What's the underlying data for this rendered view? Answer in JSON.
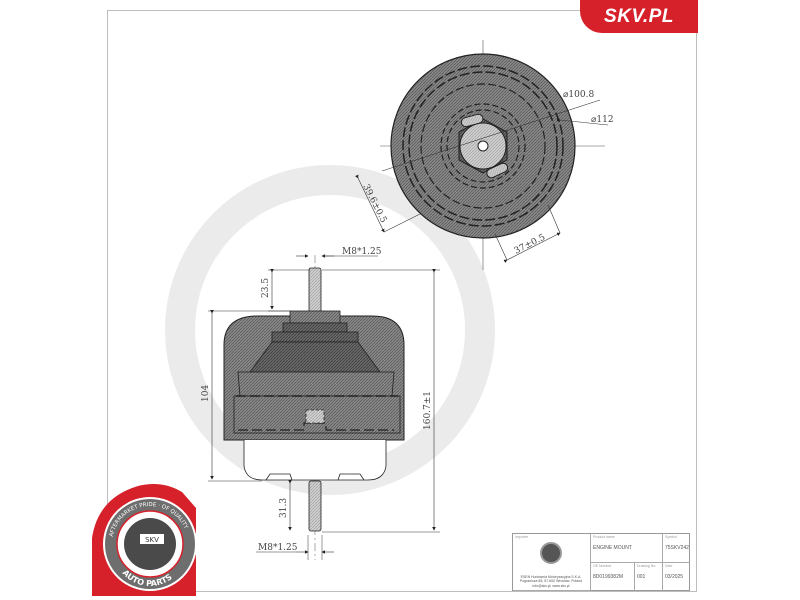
{
  "brand": {
    "label": "SKV.PL",
    "color": "#d7212a"
  },
  "drawing": {
    "top_view": {
      "diameters": [
        "⌀100.8",
        "⌀112"
      ],
      "dims": [
        "39.6±0.5",
        "37±0.5"
      ]
    },
    "side_view": {
      "thread_top": "M8*1.25",
      "thread_bottom": "M8*1.25",
      "dims": [
        "23.5",
        "104",
        "160.7±1",
        "31.3"
      ]
    }
  },
  "badge": {
    "top_text": "AFTERMARKET PRIDE · OF QUALITY",
    "center_text": "SKV",
    "bottom_text": "AUTO PARTS"
  },
  "title_block": {
    "importer_label": "Importer",
    "importer_address": [
      "ESEN Hurtownia Motoryzacyjna S.K.A.",
      "Pogranicza 65, 57-600 Wrocław, Poland",
      "info@skv.pl, www.skv.pl"
    ],
    "product_name_label": "Product name",
    "product_name": "ENGINE MOUNT",
    "symbol_label": "Symbol",
    "symbol": "75SKV242",
    "oe_number_label": "OE Number",
    "oe_number": "8D0199382M",
    "drawing_no_label": "Drawing No.",
    "drawing_no": "001",
    "date_label": "Date",
    "date": "03/2025"
  }
}
